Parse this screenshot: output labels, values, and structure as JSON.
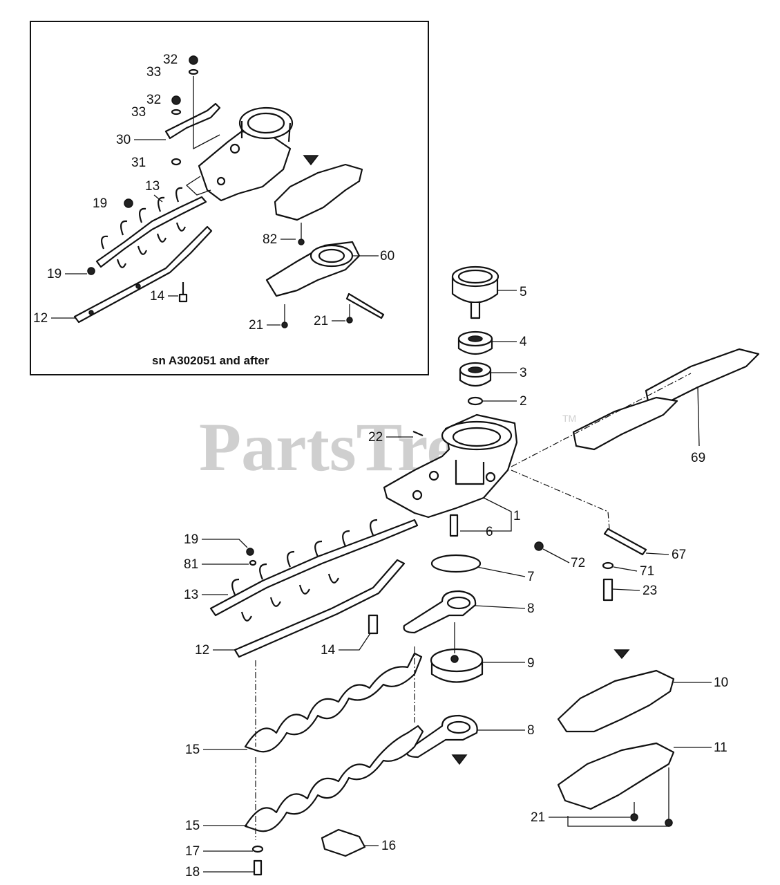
{
  "watermark": {
    "text": "PartsTree",
    "trademark": "TM"
  },
  "inset": {
    "caption": "sn A302051 and after"
  },
  "callouts": {
    "c32a": "32",
    "c33a": "33",
    "c32b": "32",
    "c33b": "33",
    "c30": "30",
    "c31": "31",
    "c13a": "13",
    "c19a": "19",
    "c19b": "19",
    "c14a": "14",
    "c12a": "12",
    "c82": "82",
    "c60": "60",
    "c21a": "21",
    "c21b": "21",
    "c5": "5",
    "c4": "4",
    "c3": "3",
    "c2": "2",
    "c22": "22",
    "c69": "69",
    "c1": "1",
    "c6": "6",
    "c72": "72",
    "c67": "67",
    "c71": "71",
    "c23": "23",
    "c7": "7",
    "c8a": "8",
    "c9": "9",
    "c8b": "8",
    "c19c": "19",
    "c81": "81",
    "c13b": "13",
    "c14b": "14",
    "c12b": "12",
    "c10": "10",
    "c11": "11",
    "c21c": "21",
    "c15a": "15",
    "c15b": "15",
    "c16": "16",
    "c17": "17",
    "c18": "18"
  }
}
